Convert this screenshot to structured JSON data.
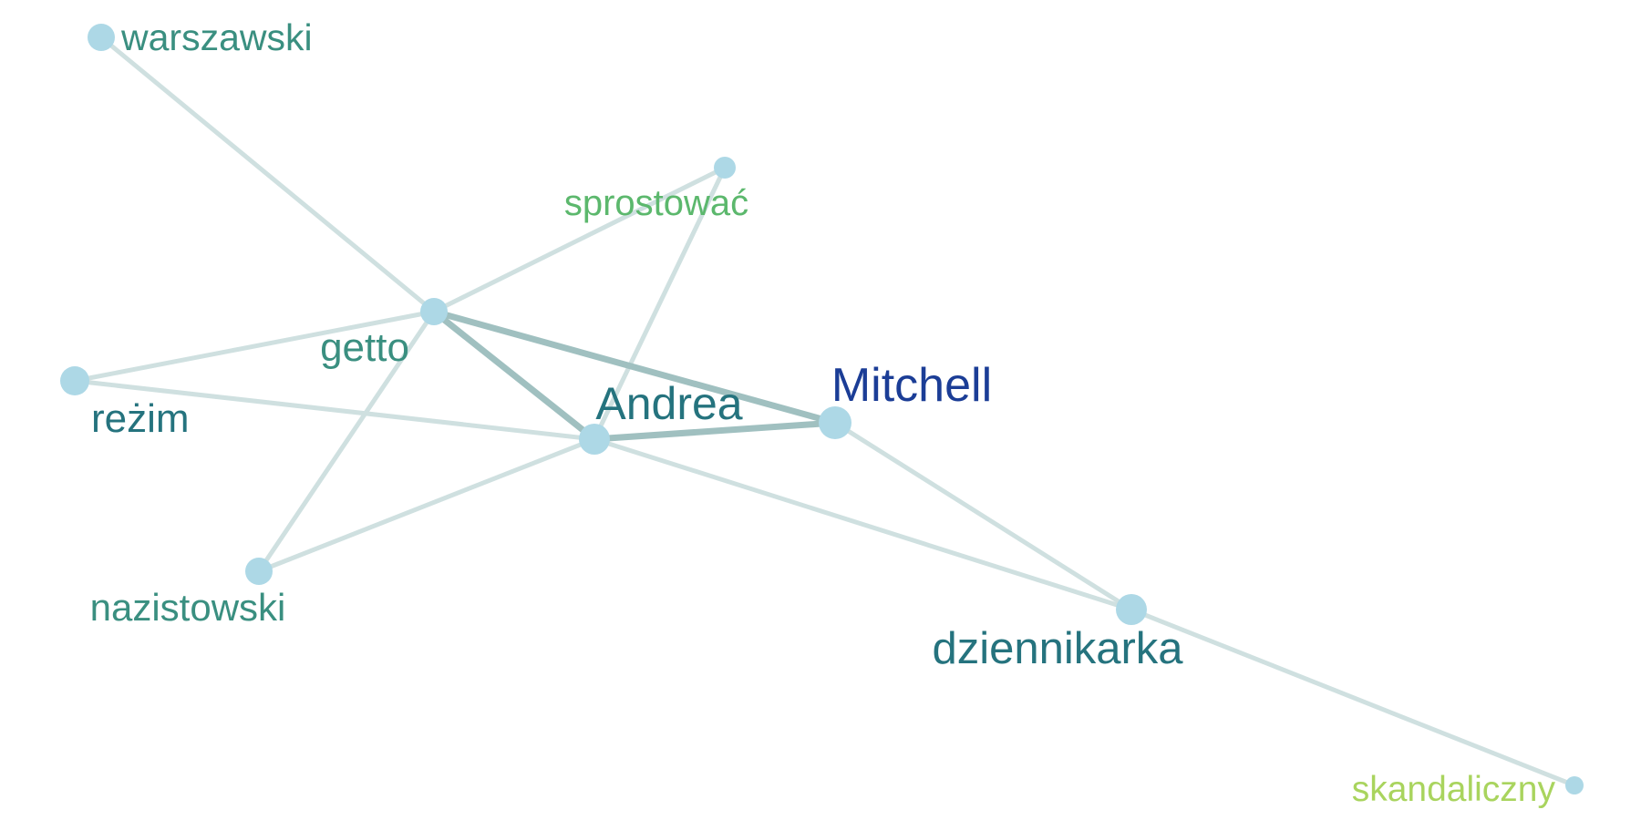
{
  "graph": {
    "nodes": [
      {
        "id": "warszawski",
        "label": "warszawski",
        "color": "#3a8f80"
      },
      {
        "id": "sprostowac",
        "label": "sprostować",
        "color": "#5cb86d"
      },
      {
        "id": "getto",
        "label": "getto",
        "color": "#3a8f80"
      },
      {
        "id": "rezim",
        "label": "reżim",
        "color": "#25737e"
      },
      {
        "id": "andrea",
        "label": "Andrea",
        "color": "#25737e"
      },
      {
        "id": "mitchell",
        "label": "Mitchell",
        "color": "#1b3d96"
      },
      {
        "id": "nazistowski",
        "label": "nazistowski",
        "color": "#3a8f80"
      },
      {
        "id": "dziennikarka",
        "label": "dziennikarka",
        "color": "#25737e"
      },
      {
        "id": "skandaliczny",
        "label": "skandaliczny",
        "color": "#a9d45e"
      }
    ],
    "edges": [
      {
        "source": "warszawski",
        "target": "getto",
        "strength": "weak"
      },
      {
        "source": "sprostowac",
        "target": "getto",
        "strength": "weak"
      },
      {
        "source": "sprostowac",
        "target": "andrea",
        "strength": "weak"
      },
      {
        "source": "getto",
        "target": "rezim",
        "strength": "weak"
      },
      {
        "source": "getto",
        "target": "nazistowski",
        "strength": "weak"
      },
      {
        "source": "getto",
        "target": "andrea",
        "strength": "strong"
      },
      {
        "source": "getto",
        "target": "mitchell",
        "strength": "strong"
      },
      {
        "source": "andrea",
        "target": "mitchell",
        "strength": "strong"
      },
      {
        "source": "rezim",
        "target": "andrea",
        "strength": "weak"
      },
      {
        "source": "nazistowski",
        "target": "andrea",
        "strength": "weak"
      },
      {
        "source": "andrea",
        "target": "dziennikarka",
        "strength": "weak"
      },
      {
        "source": "mitchell",
        "target": "dziennikarka",
        "strength": "weak"
      },
      {
        "source": "dziennikarka",
        "target": "skandaliczny",
        "strength": "weak"
      }
    ],
    "colors": {
      "node_fill": "#add8e6",
      "edge_weak": "#cfe0e0",
      "edge_strong": "#a0c0c0"
    }
  }
}
